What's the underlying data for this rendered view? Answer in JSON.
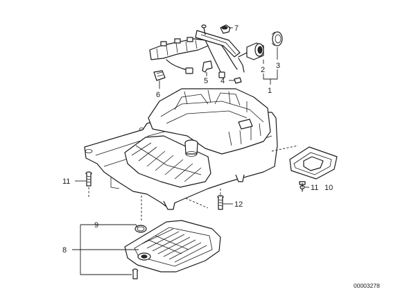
{
  "labels": {
    "p1": "1",
    "p2": "2",
    "p3": "3",
    "p4": "4",
    "p5": "5",
    "p6": "6",
    "p7": "7",
    "p8": "8",
    "p9": "9",
    "p10": "10",
    "p11_left": "11",
    "p11_right": "11",
    "p12": "12"
  },
  "catalog_number": "00003278"
}
